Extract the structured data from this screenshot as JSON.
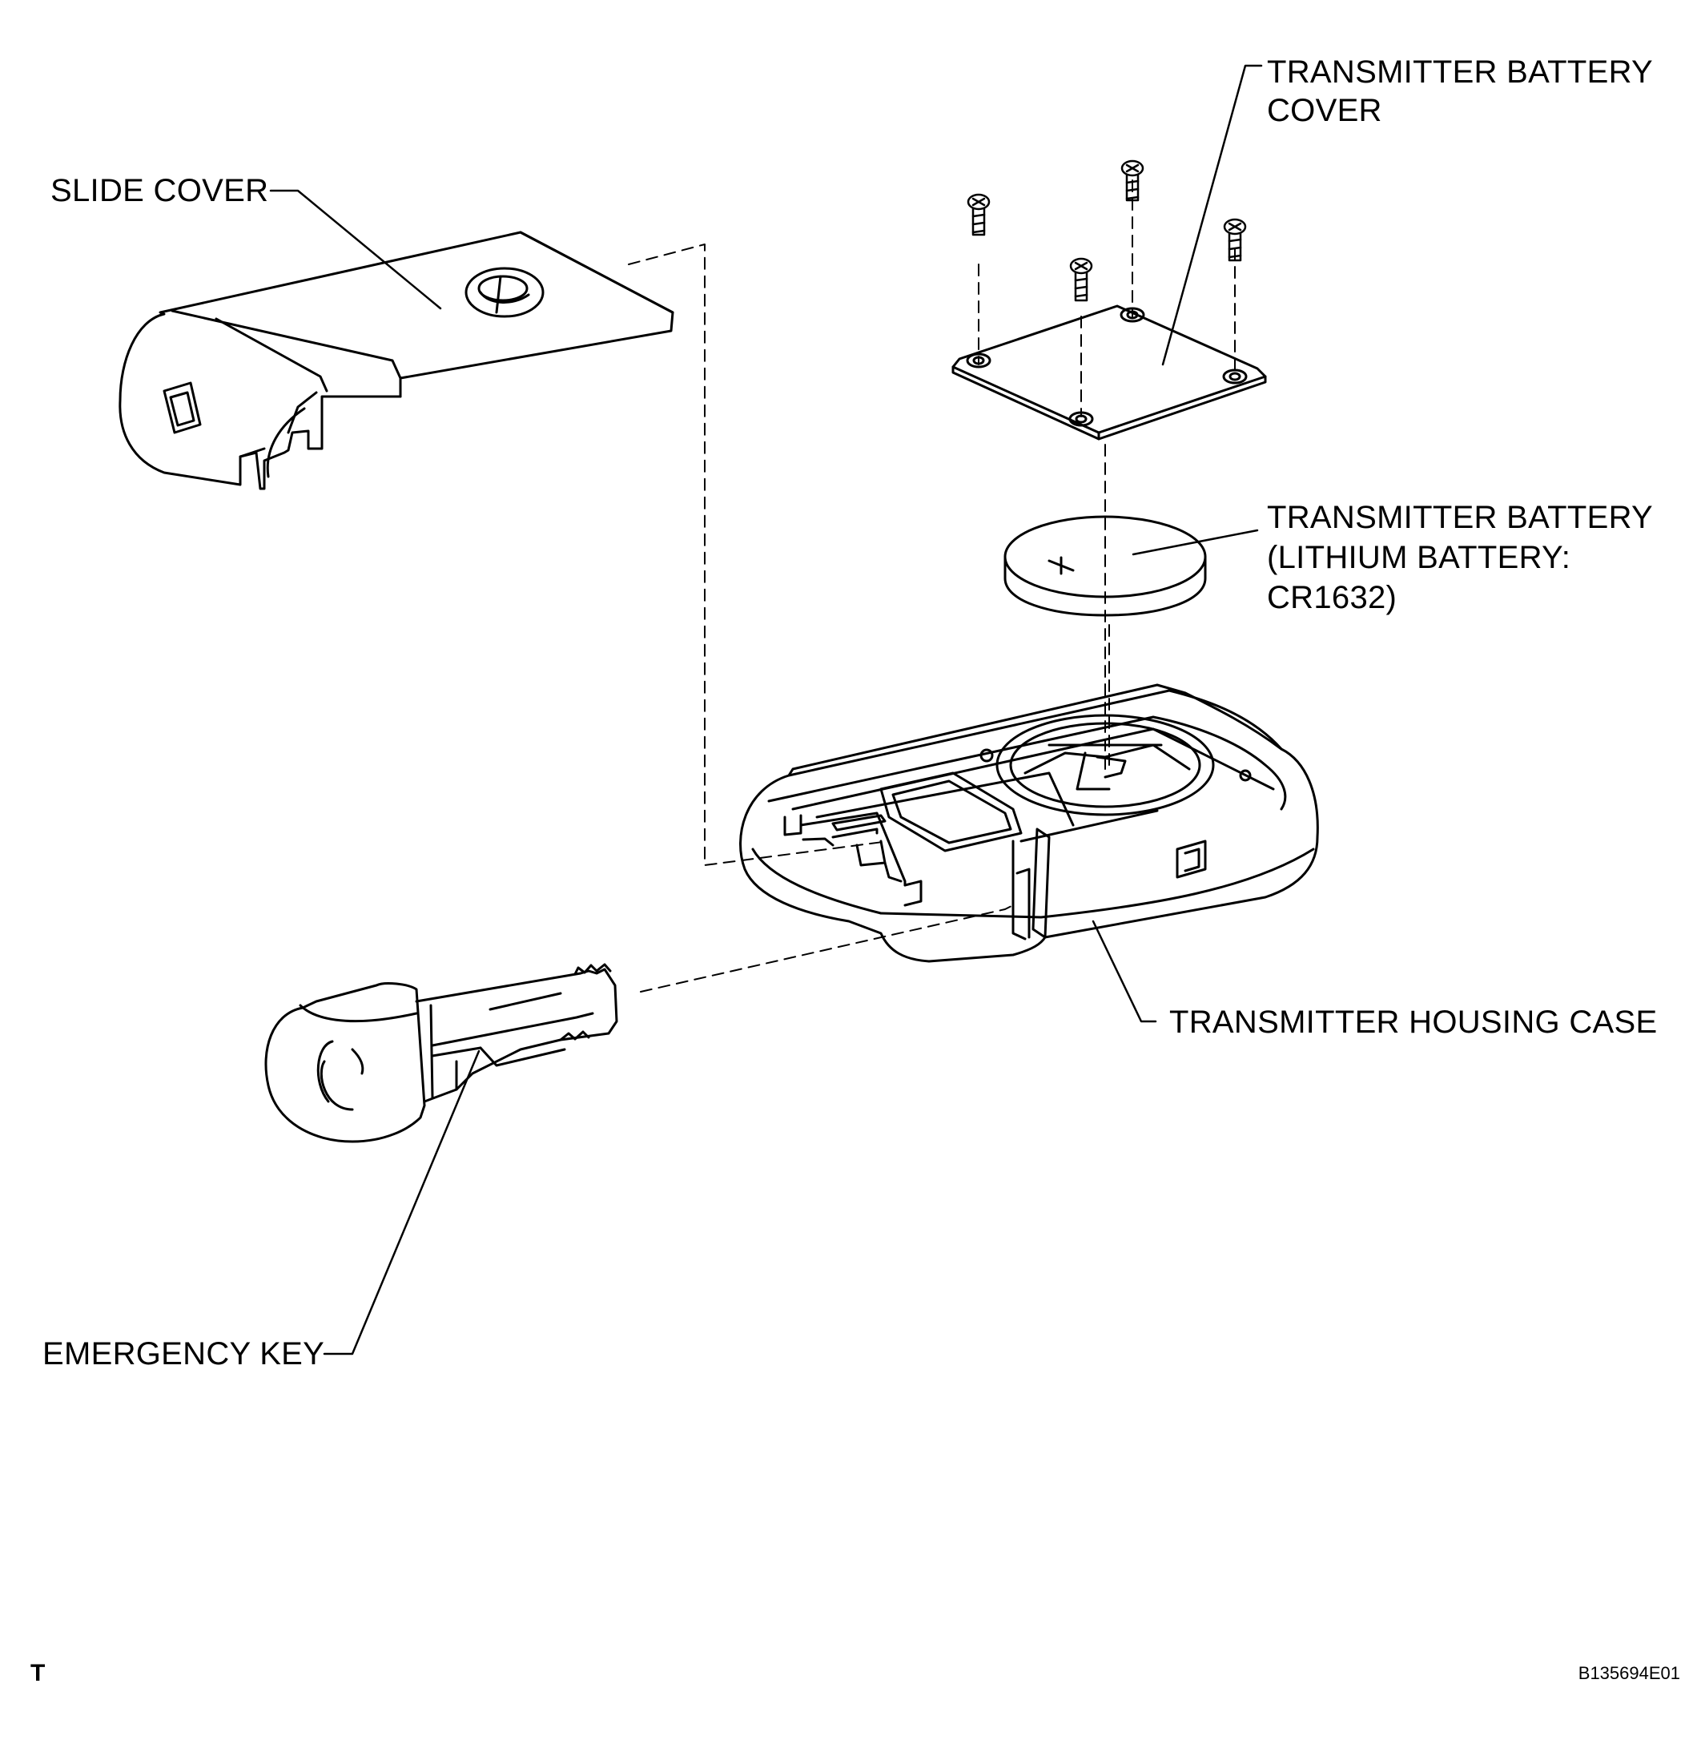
{
  "labels": {
    "battery_cover": [
      "TRANSMITTER BATTERY",
      "COVER"
    ],
    "slide_cover": "SLIDE COVER",
    "battery": [
      "TRANSMITTER BATTERY",
      "(LITHIUM BATTERY:",
      "CR1632)"
    ],
    "housing_case": "TRANSMITTER HOUSING CASE",
    "emergency_key": "EMERGENCY KEY"
  },
  "corner_mark": "T",
  "figure_id": "B135694E01",
  "colors": {
    "line": "#000000",
    "background": "#ffffff"
  }
}
